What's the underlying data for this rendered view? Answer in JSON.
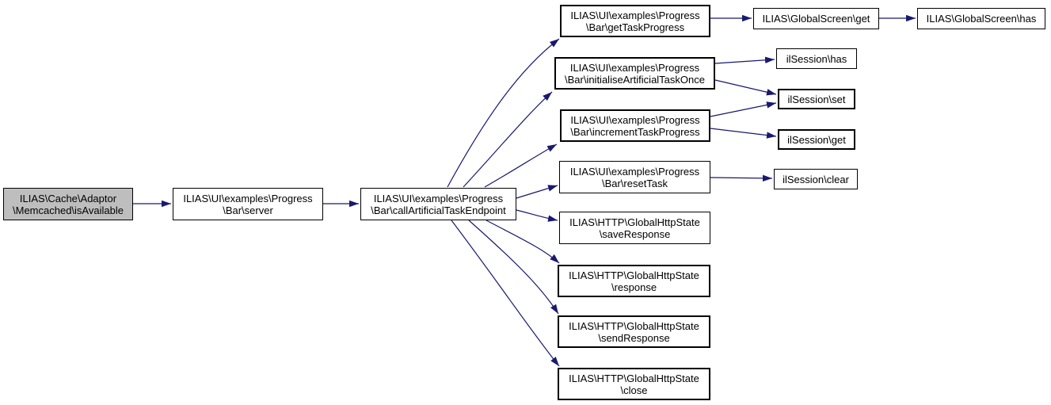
{
  "diagram": {
    "type": "call-graph",
    "colors": {
      "edge": "#191970",
      "border": "#000000",
      "highlight": "#bebebe",
      "text": "#000000",
      "background": "#ffffff"
    },
    "nodes": [
      {
        "id": "memcached-is-available",
        "lines": [
          "ILIAS\\Cache\\Adaptor",
          "\\Memcached\\isAvailable"
        ],
        "highlighted": true
      },
      {
        "id": "bar-server",
        "lines": [
          "ILIAS\\UI\\examples\\Progress",
          "\\Bar\\server"
        ]
      },
      {
        "id": "bar-call-artificial-task-endpoint",
        "lines": [
          "ILIAS\\UI\\examples\\Progress",
          "\\Bar\\callArtificialTaskEndpoint"
        ]
      },
      {
        "id": "bar-get-task-progress",
        "lines": [
          "ILIAS\\UI\\examples\\Progress",
          "\\Bar\\getTaskProgress"
        ]
      },
      {
        "id": "bar-initialise-artificial-task-once",
        "lines": [
          "ILIAS\\UI\\examples\\Progress",
          "\\Bar\\initialiseArtificialTaskOnce"
        ]
      },
      {
        "id": "bar-increment-task-progress",
        "lines": [
          "ILIAS\\UI\\examples\\Progress",
          "\\Bar\\incrementTaskProgress"
        ]
      },
      {
        "id": "bar-reset-task",
        "lines": [
          "ILIAS\\UI\\examples\\Progress",
          "\\Bar\\resetTask"
        ]
      },
      {
        "id": "http-save-response",
        "lines": [
          "ILIAS\\HTTP\\GlobalHttpState",
          "\\saveResponse"
        ]
      },
      {
        "id": "http-response",
        "lines": [
          "ILIAS\\HTTP\\GlobalHttpState",
          "\\response"
        ]
      },
      {
        "id": "http-send-response",
        "lines": [
          "ILIAS\\HTTP\\GlobalHttpState",
          "\\sendResponse"
        ]
      },
      {
        "id": "http-close",
        "lines": [
          "ILIAS\\HTTP\\GlobalHttpState",
          "\\close"
        ]
      },
      {
        "id": "globalscreen-get",
        "lines": [
          "ILIAS\\GlobalScreen\\get"
        ]
      },
      {
        "id": "globalscreen-has",
        "lines": [
          "ILIAS\\GlobalScreen\\has"
        ]
      },
      {
        "id": "ilsession-has",
        "lines": [
          "ilSession\\has"
        ]
      },
      {
        "id": "ilsession-set",
        "lines": [
          "ilSession\\set"
        ]
      },
      {
        "id": "ilsession-get",
        "lines": [
          "ilSession\\get"
        ]
      },
      {
        "id": "ilsession-clear",
        "lines": [
          "ilSession\\clear"
        ]
      }
    ],
    "edges": [
      {
        "from": "memcached-is-available",
        "to": "bar-server"
      },
      {
        "from": "bar-server",
        "to": "bar-call-artificial-task-endpoint"
      },
      {
        "from": "bar-call-artificial-task-endpoint",
        "to": "bar-get-task-progress"
      },
      {
        "from": "bar-call-artificial-task-endpoint",
        "to": "bar-initialise-artificial-task-once"
      },
      {
        "from": "bar-call-artificial-task-endpoint",
        "to": "bar-increment-task-progress"
      },
      {
        "from": "bar-call-artificial-task-endpoint",
        "to": "bar-reset-task"
      },
      {
        "from": "bar-call-artificial-task-endpoint",
        "to": "http-save-response"
      },
      {
        "from": "bar-call-artificial-task-endpoint",
        "to": "http-response"
      },
      {
        "from": "bar-call-artificial-task-endpoint",
        "to": "http-send-response"
      },
      {
        "from": "bar-call-artificial-task-endpoint",
        "to": "http-close"
      },
      {
        "from": "bar-get-task-progress",
        "to": "globalscreen-get"
      },
      {
        "from": "globalscreen-get",
        "to": "globalscreen-has"
      },
      {
        "from": "bar-initialise-artificial-task-once",
        "to": "ilsession-has"
      },
      {
        "from": "bar-initialise-artificial-task-once",
        "to": "ilsession-set"
      },
      {
        "from": "bar-increment-task-progress",
        "to": "ilsession-set"
      },
      {
        "from": "bar-increment-task-progress",
        "to": "ilsession-get"
      },
      {
        "from": "bar-reset-task",
        "to": "ilsession-clear"
      }
    ]
  }
}
